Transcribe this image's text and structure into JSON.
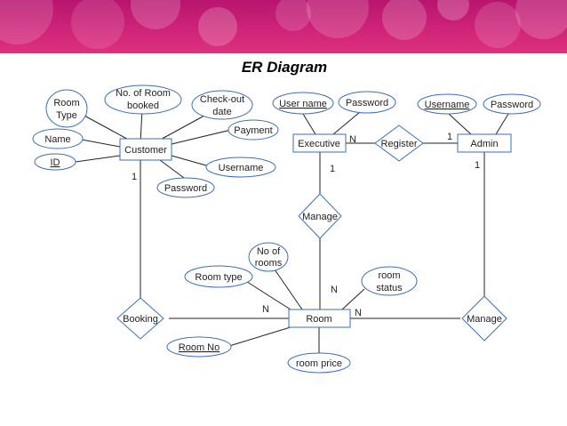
{
  "title": "ER Diagram",
  "colors": {
    "banner_top": "#b8146f",
    "banner_bottom": "#e0307f",
    "shape_stroke": "#3a6fb5",
    "line": "#222222",
    "fill": "#ffffff"
  },
  "entities": {
    "customer": "Customer",
    "executive": "Executive",
    "admin": "Admin",
    "room": "Room"
  },
  "relationships": {
    "register": "Register",
    "manage_exec": "Manage",
    "manage_admin": "Manage",
    "booking": "Booking"
  },
  "attributes": {
    "room_type_customer": [
      "Room",
      "Type"
    ],
    "no_of_room_booked": [
      "No. of Room",
      "booked"
    ],
    "check_out_date": [
      "Check-out",
      "date"
    ],
    "payment": "Payment",
    "name": "Name",
    "id": "ID",
    "username_customer": "Username",
    "password_customer": "Password",
    "user_name_exec": "User name",
    "password_exec": "Password",
    "username_admin": "Username",
    "password_admin": "Password",
    "no_of_rooms": [
      "No of",
      "rooms"
    ],
    "room_type": "Room type",
    "room_status": [
      "room",
      "status"
    ],
    "room_no": "Room No",
    "room_price": "room price"
  },
  "cardinalities": {
    "customer_booking": "1",
    "executive_register": "N",
    "admin_register": "1",
    "executive_manage": "1",
    "room_manage_exec": "N",
    "admin_manage": "1",
    "room_booking": "N",
    "room_manage_admin": "N"
  }
}
